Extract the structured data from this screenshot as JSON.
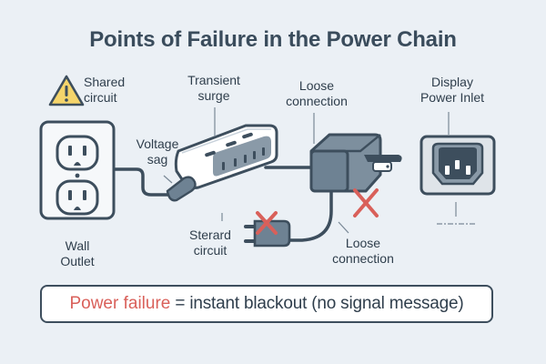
{
  "title": "Points of Failure in the Power Chain",
  "labels": {
    "shared_circuit": [
      "Shared",
      "circuit"
    ],
    "transient_surge": [
      "Transient",
      "surge"
    ],
    "loose_connection_top": [
      "Loose",
      "connection"
    ],
    "display_power_inlet": [
      "Display",
      "Power Inlet"
    ],
    "voltage_sag": [
      "Voltage",
      "sag"
    ],
    "wall_outlet": [
      "Wall",
      "Outlet"
    ],
    "sterard_circuit": [
      "Sterard",
      "circuit"
    ],
    "loose_connection_bottom": [
      "Loose",
      "connection"
    ]
  },
  "banner": {
    "highlight": "Power failure",
    "rest": "= instant blackout (no signal message)"
  },
  "colors": {
    "background": "#ebf0f5",
    "outline": "#3d4e5d",
    "warning": "#f5d56b",
    "failure_red": "#d9605a",
    "device_gray": "#6e8293"
  },
  "icons": [
    "warning-icon",
    "wall-outlet-icon",
    "power-strip-icon",
    "power-adapter-icon",
    "plug-icon",
    "failure-x-icon",
    "iec-inlet-icon"
  ]
}
